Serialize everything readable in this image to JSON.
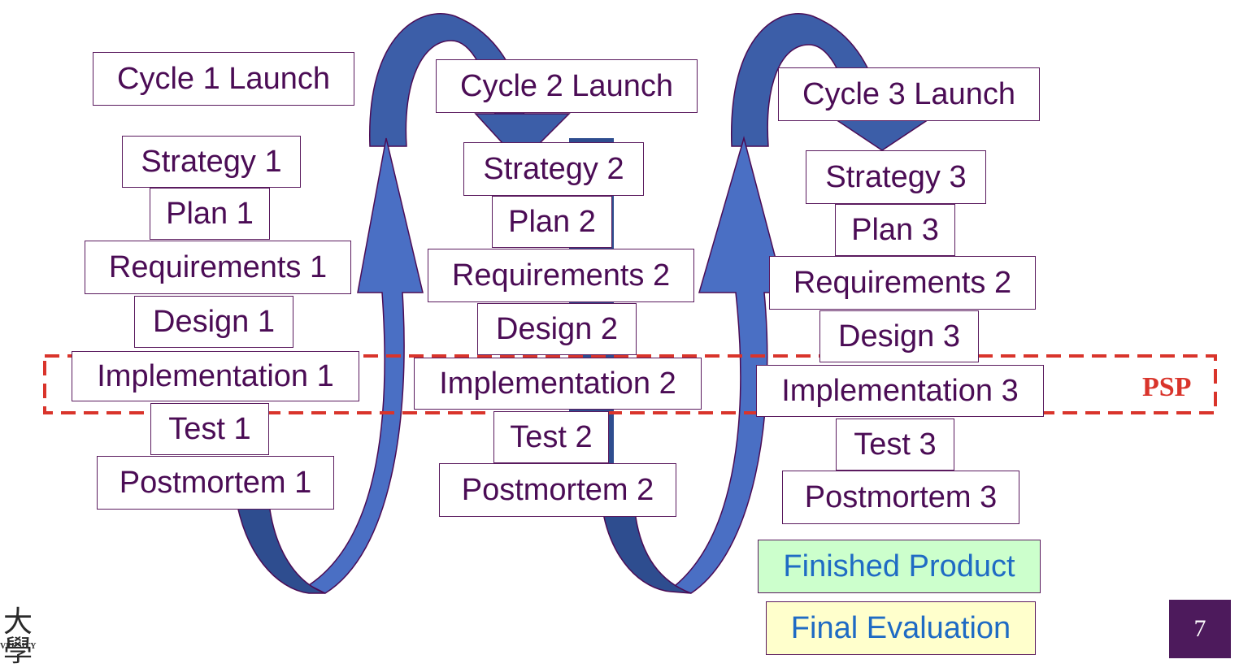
{
  "cycle1": {
    "launch": "Cycle 1 Launch",
    "steps": [
      "Strategy 1",
      "Plan 1",
      "Requirements 1",
      "Design 1",
      "Implementation 1",
      "Test 1",
      "Postmortem 1"
    ]
  },
  "cycle2": {
    "launch": "Cycle 2 Launch",
    "steps": [
      "Strategy 2",
      "Plan 2",
      "Requirements 2",
      "Design 2",
      "Implementation 2",
      "Test 2",
      "Postmortem 2"
    ]
  },
  "cycle3": {
    "launch": "Cycle 3 Launch",
    "steps": [
      "Strategy 3",
      "Plan 3",
      "Requirements 2",
      "Design 3",
      "Implementation 3",
      "Test 3",
      "Postmortem 3"
    ]
  },
  "finished_product": "Finished Product",
  "final_evaluation": "Final Evaluation",
  "psp_label": "PSP",
  "page_number": "7",
  "logo": {
    "glyph": "大學",
    "word": "VERSITY"
  },
  "colors": {
    "box_text": "#4b0c55",
    "box_border": "#5a1a5e",
    "arrow_light": "#4a6fc4",
    "arrow_dark": "#2e4d8f",
    "psp_dash": "#d9342b",
    "finished_bg": "#ccffcc",
    "evaluation_bg": "#ffffcc",
    "page_badge": "#4d1a5c"
  }
}
